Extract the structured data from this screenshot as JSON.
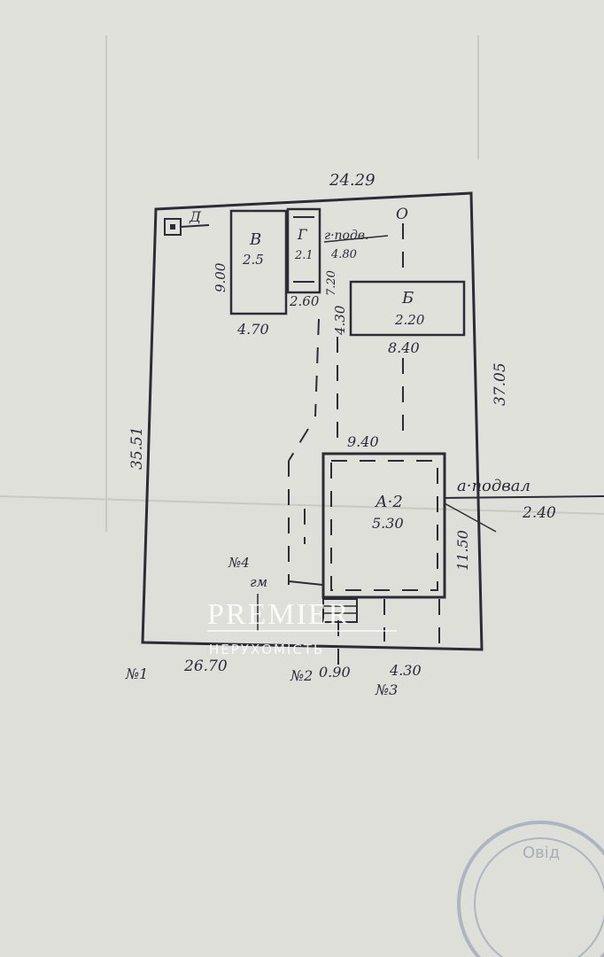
{
  "plot": {
    "top_width": "24.29",
    "left_length": "35.51",
    "right_length": "37.05",
    "bottom_width": "26.70"
  },
  "buildings": {
    "V": {
      "letter": "В",
      "area": "2.5",
      "side": "9.00",
      "width": "4.70"
    },
    "G": {
      "letter": "Г",
      "area": "2.1",
      "width": "2.60"
    },
    "B": {
      "letter": "Б",
      "area": "2.20",
      "width": "8.40"
    },
    "A": {
      "letter": "А·2",
      "area": "5.30",
      "width": "9.40",
      "depth": "11.50"
    }
  },
  "labels": {
    "well": "Д",
    "cellar_g": "г·подв.",
    "cellar_g_dim": "4.80",
    "dim_720": "7.20",
    "dim_430": "4.30",
    "cellar_a": "а·подвал",
    "cellar_a_dim": "2.40",
    "dim_090": "0.90",
    "dim_430b": "4.30",
    "small_mark": "гм",
    "top_mark": "О"
  },
  "points": {
    "p1": "№1",
    "p2": "№2",
    "p3": "№3",
    "p4": "№4"
  },
  "watermark": {
    "brand": "PREMIER",
    "subtitle": "НЕРУХОМІСТЬ"
  },
  "stamp": {
    "text": "Овід"
  }
}
